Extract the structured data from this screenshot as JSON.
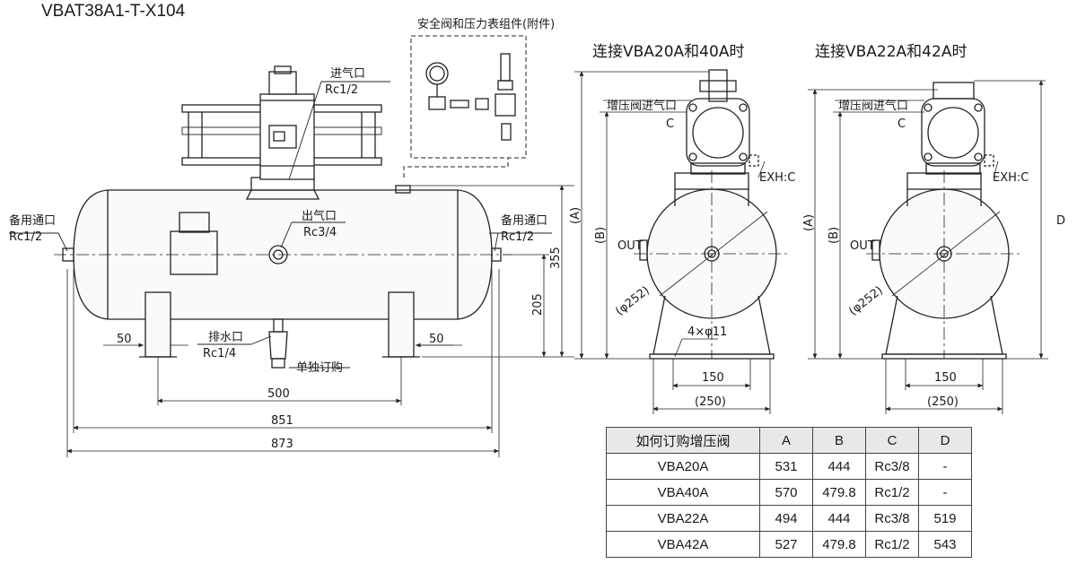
{
  "title": "VBAT38A1-T-X104",
  "left_view": {
    "accessory_label": "安全阀和压力表组件(附件)",
    "inlet_label": "进气口",
    "inlet_size": "Rc1/2",
    "outlet_label": "出气口",
    "outlet_size": "Rc3/4",
    "spare_port_label": "备用通口",
    "spare_port_size": "Rc1/2",
    "drain_label": "排水口",
    "drain_size": "Rc1/4",
    "order_separately": "单独订购",
    "dim_50_left": "50",
    "dim_50_right": "50",
    "dim_500": "500",
    "dim_851": "851",
    "dim_873": "873",
    "dim_355": "355",
    "dim_205": "205"
  },
  "mid_view": {
    "header": "连接VBA20A和40A时",
    "booster_inlet": "增压阀进气口",
    "c_label": "C",
    "exh": "EXH:C",
    "out": "OUT",
    "dim_a": "(A)",
    "dim_b": "(B)",
    "dia": "(φ252)",
    "holes": "4×φ11",
    "dim_150": "150",
    "dim_250": "(250)"
  },
  "right_view": {
    "header": "连接VBA22A和42A时",
    "booster_inlet": "增压阀进气口",
    "c_label": "C",
    "exh": "EXH:C",
    "out": "OUT",
    "dim_a": "(A)",
    "dim_b": "(B)",
    "dim_d": "D",
    "dia": "(φ252)",
    "dim_150": "150",
    "dim_250": "(250)"
  },
  "table": {
    "headers": [
      "如何订购增压阀",
      "A",
      "B",
      "C",
      "D"
    ],
    "rows": [
      [
        "VBA20A",
        "531",
        "444",
        "Rc3/8",
        "-"
      ],
      [
        "VBA40A",
        "570",
        "479.8",
        "Rc1/2",
        "-"
      ],
      [
        "VBA22A",
        "494",
        "444",
        "Rc3/8",
        "519"
      ],
      [
        "VBA42A",
        "527",
        "479.8",
        "Rc1/2",
        "543"
      ]
    ]
  }
}
